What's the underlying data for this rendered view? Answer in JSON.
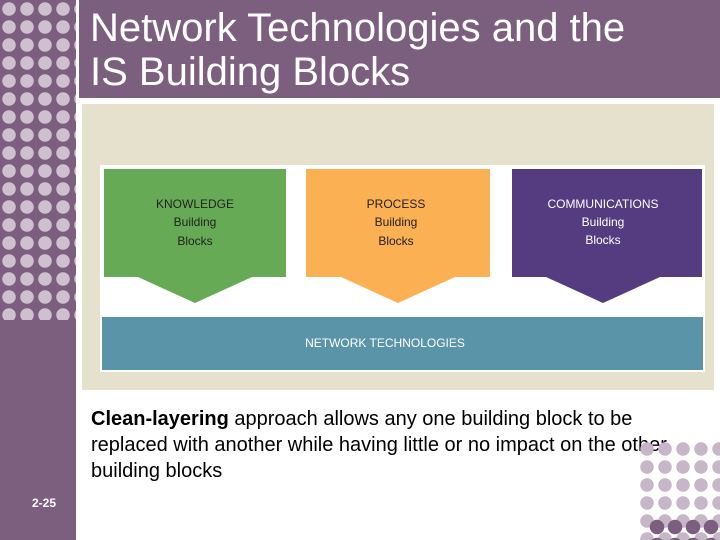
{
  "slide": {
    "title_line1": "Network Technologies and the",
    "title_line2": "IS Building Blocks",
    "slide_number": "2-25"
  },
  "diagram": {
    "blocks": [
      {
        "line1": "KNOWLEDGE",
        "line2": "Building",
        "line3": "Blocks",
        "color": "#66aa55"
      },
      {
        "line1": "PROCESS",
        "line2": "Building",
        "line3": "Blocks",
        "color": "#fcb054"
      },
      {
        "line1": "COMMUNICATIONS",
        "line2": "Building",
        "line3": "Blocks",
        "color": "#553b7f"
      }
    ],
    "base_label": "NETWORK TECHNOLOGIES",
    "base_color": "#5a94a8"
  },
  "caption": {
    "emphasis": "Clean-layering",
    "rest": " approach allows any one building block to be replaced with another while having little or no impact on the other building blocks"
  }
}
